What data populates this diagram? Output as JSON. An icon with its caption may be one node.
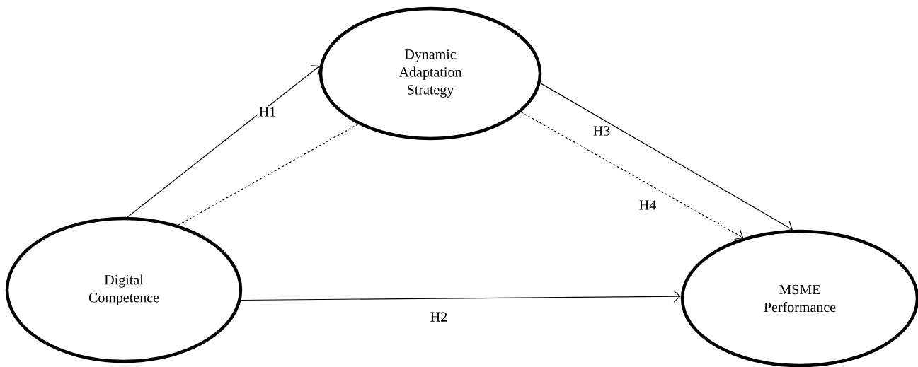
{
  "diagram": {
    "nodes": [
      {
        "text": [
          "Digital Competence"
        ]
      },
      {
        "text": [
          "Dynamic Adaptation Strategy"
        ]
      },
      {
        "text": [
          "MSME Performance"
        ]
      }
    ],
    "edges": [
      {
        "from": 0,
        "to": 1,
        "arrow": "to",
        "label": "H1"
      },
      {
        "from": 0,
        "to": 1,
        "arrow": "none",
        "style": "dashed"
      },
      {
        "from": 0,
        "to": 2,
        "arrow": "to",
        "label": "H2"
      },
      {
        "from": 1,
        "to": 2,
        "arrow": "to",
        "label": "H3"
      },
      {
        "from": 1,
        "to": 2,
        "arrow": "to",
        "label": "H4",
        "style": "dashed"
      }
    ]
  }
}
